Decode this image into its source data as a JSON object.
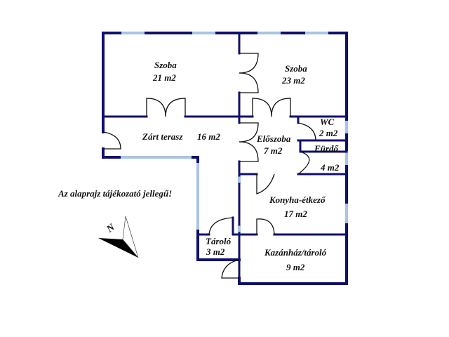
{
  "plan": {
    "disclaimer": "Az alaprajz tájékozató jellegű!",
    "compass": {
      "label": "N"
    },
    "rooms": [
      {
        "id": "szoba-1",
        "name": "Szoba",
        "area": "21 m2"
      },
      {
        "id": "szoba-2",
        "name": "Szoba",
        "area": "23 m2"
      },
      {
        "id": "zart-terasz",
        "name": "Zárt terasz",
        "area": "16 m2"
      },
      {
        "id": "wc",
        "name": "WC",
        "area": "2 m2"
      },
      {
        "id": "eloszoba",
        "name": "Előszoba",
        "area": "7 m2"
      },
      {
        "id": "furdo",
        "name": "Fürdő",
        "area": "4 m2"
      },
      {
        "id": "konyha",
        "name": "Konyha-étkező",
        "area": "17 m2"
      },
      {
        "id": "tarolo",
        "name": "Tároló",
        "area": "3 m2"
      },
      {
        "id": "kazanhaz",
        "name": "Kazánház/tároló",
        "area": "9 m2"
      }
    ],
    "colors": {
      "wall": "#0f0f6e",
      "window": "#a9c4e4",
      "door": "#111111",
      "background": "#ffffff"
    }
  }
}
